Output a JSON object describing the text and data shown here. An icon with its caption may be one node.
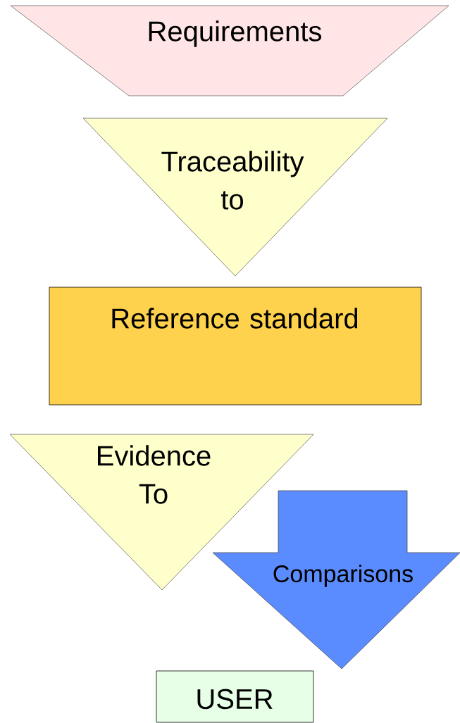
{
  "diagram": {
    "nodes": [
      {
        "text": [
          "Requirements"
        ]
      },
      {
        "text": [
          "Traceability to"
        ]
      },
      {
        "text": [
          "Reference standard"
        ]
      },
      {
        "text": [
          "Evidence To"
        ]
      },
      {
        "text": [
          "Comparisons"
        ]
      },
      {
        "text": [
          "USER"
        ]
      }
    ]
  }
}
